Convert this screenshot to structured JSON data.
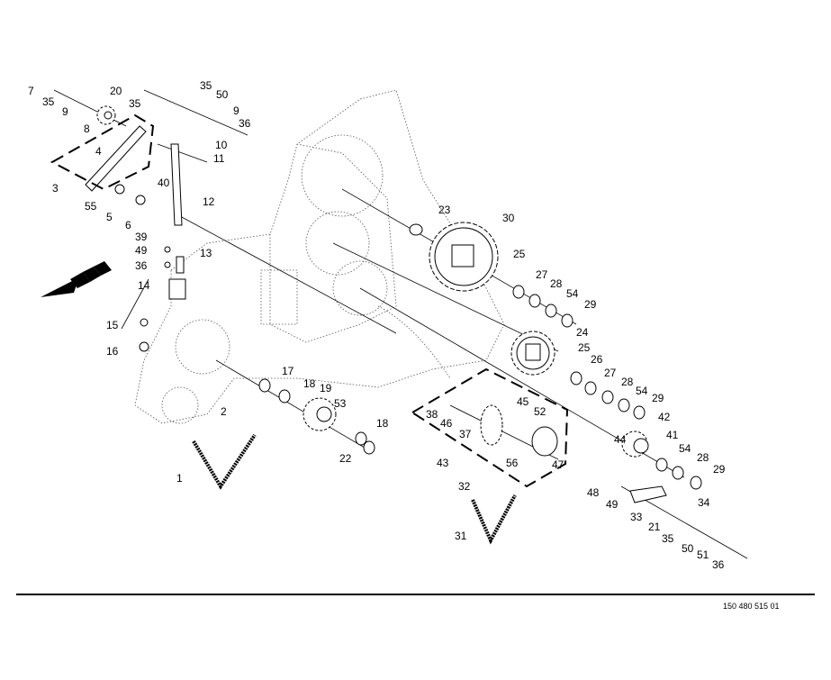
{
  "document_number": "150 480 515 01",
  "callouts": [
    "7",
    "35",
    "9",
    "8",
    "20",
    "35",
    "35",
    "50",
    "9",
    "36",
    "10",
    "11",
    "4",
    "3",
    "55",
    "5",
    "40",
    "12",
    "6",
    "39",
    "49",
    "13",
    "36",
    "14",
    "15",
    "16",
    "17",
    "18",
    "19",
    "53",
    "18",
    "22",
    "2",
    "1",
    "23",
    "30",
    "25",
    "27",
    "28",
    "54",
    "29",
    "24",
    "25",
    "26",
    "27",
    "28",
    "54",
    "29",
    "42",
    "41",
    "44",
    "54",
    "28",
    "29",
    "38",
    "46",
    "45",
    "52",
    "37",
    "43",
    "56",
    "47",
    "32",
    "31",
    "48",
    "49",
    "34",
    "33",
    "21",
    "35",
    "50",
    "51",
    "36"
  ]
}
